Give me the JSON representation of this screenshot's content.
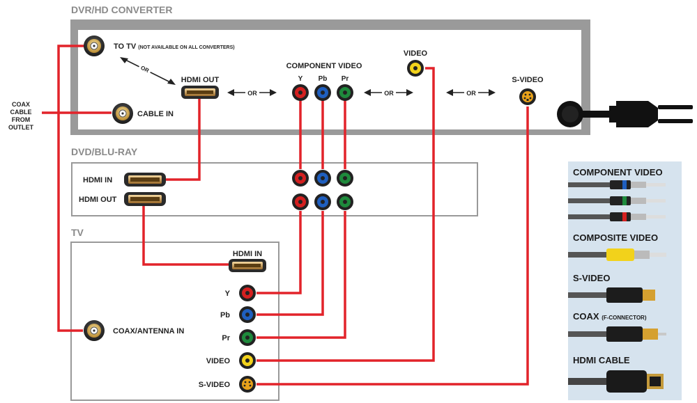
{
  "sections": {
    "converter": "DVR/HD CONVERTER",
    "dvd": "DVD/BLU-RAY",
    "tv": "TV"
  },
  "converter": {
    "to_tv": "TO TV",
    "to_tv_note": "(NOT AVAILABLE ON ALL CONVERTERS)",
    "cable_in": "CABLE IN",
    "hdmi_out": "HDMI OUT",
    "component_video": "COMPONENT VIDEO",
    "video": "VIDEO",
    "svideo": "S-VIDEO",
    "y": "Y",
    "pb": "Pb",
    "pr": "Pr",
    "or": "OR"
  },
  "coax_outlet": [
    "COAX",
    "CABLE",
    "FROM",
    "OUTLET"
  ],
  "dvd": {
    "hdmi_in": "HDMI IN",
    "hdmi_out": "HDMI OUT"
  },
  "tv": {
    "hdmi_in": "HDMI IN",
    "y": "Y",
    "pb": "Pb",
    "pr": "Pr",
    "video": "VIDEO",
    "svideo": "S-VIDEO",
    "coax_in": "COAX/ANTENNA IN"
  },
  "legend": {
    "component": "COMPONENT VIDEO",
    "composite": "COMPOSITE VIDEO",
    "svideo": "S-VIDEO",
    "coax": "COAX",
    "coax_note": "(F-CONNECTOR)",
    "hdmi": "HDMI CABLE"
  },
  "colors": {
    "wire": "#e2232a",
    "panel": "#999999",
    "y": "#d42020",
    "pb": "#1f5fbf",
    "pr": "#1e8a3c",
    "video": "#f2d21b",
    "svideo": "#e8a21a",
    "legend_bg": "#d6e3ee"
  }
}
